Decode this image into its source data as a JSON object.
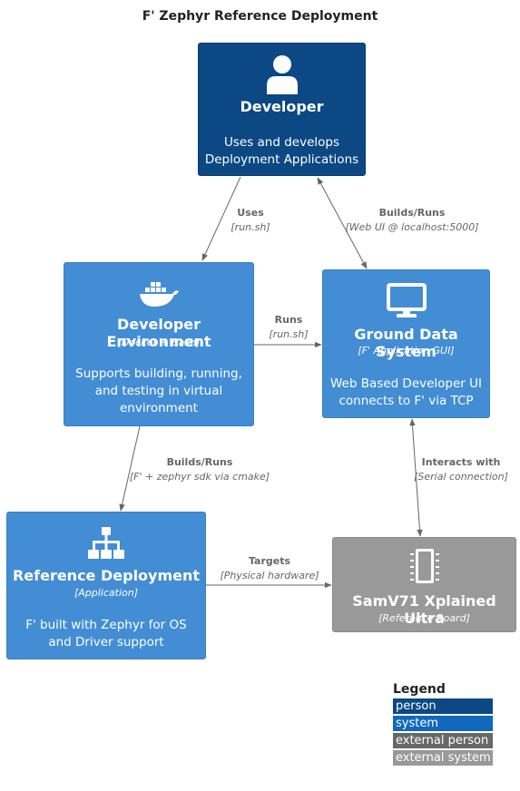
{
  "title": "F' Zephyr Reference Deployment",
  "colors": {
    "person": "#0b4884",
    "system": "#438dd5",
    "external_person": "#686868",
    "external_system": "#999999",
    "edge": "#666666"
  },
  "nodes": {
    "developer": {
      "name": "Developer",
      "description": "Uses and develops Deployment Applications",
      "icon": "person-icon"
    },
    "dev_env": {
      "name": "Developer Environment",
      "technology": "[Docker + Bash]",
      "description": "Supports building, running, and testing in virtual environment",
      "icon": "docker-whale-icon"
    },
    "gds": {
      "name": "Ground Data System",
      "technology": "[F' Application GUI]",
      "description": "Web Based Developer UI connects to F' via TCP",
      "icon": "monitor-icon"
    },
    "ref_dep": {
      "name": "Reference Deployment",
      "technology": "[Application]",
      "description": "F' built with Zephyr for OS and Driver support",
      "icon": "sitemap-icon"
    },
    "board": {
      "name": "SamV71 Xplained Ultra",
      "technology": "[Reference Board]",
      "icon": "microchip-icon"
    }
  },
  "edges": {
    "uses": {
      "label": "Uses",
      "tech": "[run.sh]"
    },
    "builds_runs_gds": {
      "label": "Builds/Runs",
      "tech": "[Web UI @ localhost:5000]"
    },
    "runs": {
      "label": "Runs",
      "tech": "[run.sh]"
    },
    "builds_runs_ref": {
      "label": "Builds/Runs",
      "tech": "[F' + zephyr sdk via cmake]"
    },
    "interacts": {
      "label": "Interacts with",
      "tech": "[Serial connection]"
    },
    "targets": {
      "label": "Targets",
      "tech": "[Physical hardware]"
    }
  },
  "legend": {
    "title": "Legend",
    "items": [
      "person",
      "system",
      "external person",
      "external system"
    ]
  }
}
